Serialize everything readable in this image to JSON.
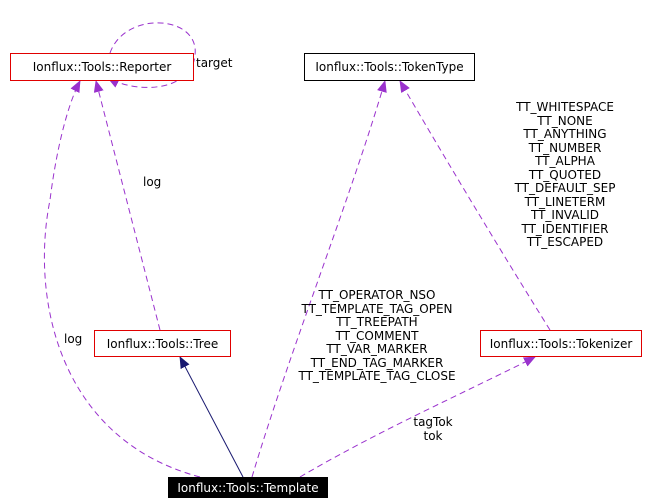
{
  "nodes": {
    "reporter": "Ionflux::Tools::Reporter",
    "tokentype": "Ionflux::Tools::TokenType",
    "tree": "Ionflux::Tools::Tree",
    "tokenizer": "Ionflux::Tools::Tokenizer",
    "template": "Ionflux::Tools::Template"
  },
  "edge_labels": {
    "target": "target",
    "tree_log": "log",
    "template_log": "log",
    "tokentype_from_tokenizer": [
      "TT_WHITESPACE",
      "TT_NONE",
      "TT_ANYTHING",
      "TT_NUMBER",
      "TT_ALPHA",
      "TT_QUOTED",
      "TT_DEFAULT_SEP",
      "TT_LINETERM",
      "TT_INVALID",
      "TT_IDENTIFIER",
      "TT_ESCAPED"
    ],
    "tokentype_from_template": [
      "TT_OPERATOR_NSO",
      "TT_TEMPLATE_TAG_OPEN",
      "TT_TREEPATH",
      "TT_COMMENT",
      "TT_VAR_MARKER",
      "TT_END_TAG_MARKER",
      "TT_TEMPLATE_TAG_CLOSE"
    ],
    "tokenizer_from_template": [
      "tagTok",
      "tok"
    ]
  },
  "colors": {
    "usage_edge": "#9a32cd",
    "inheritance_edge": "#191970",
    "node_border": "#e00000"
  }
}
